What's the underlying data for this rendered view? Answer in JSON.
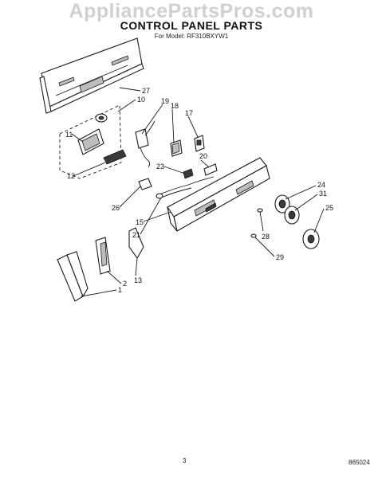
{
  "watermark": "AppliancePartsPros.com",
  "title": "CONTROL PANEL PARTS",
  "subtitle": "For Model: RF310BXYW1",
  "page_number": "3",
  "doc_code": "865024",
  "callouts": [
    "27",
    "10",
    "19",
    "18",
    "17",
    "11",
    "20",
    "12",
    "23",
    "24",
    "31",
    "26",
    "25",
    "15",
    "21",
    "28",
    "29",
    "2",
    "13",
    "1"
  ]
}
